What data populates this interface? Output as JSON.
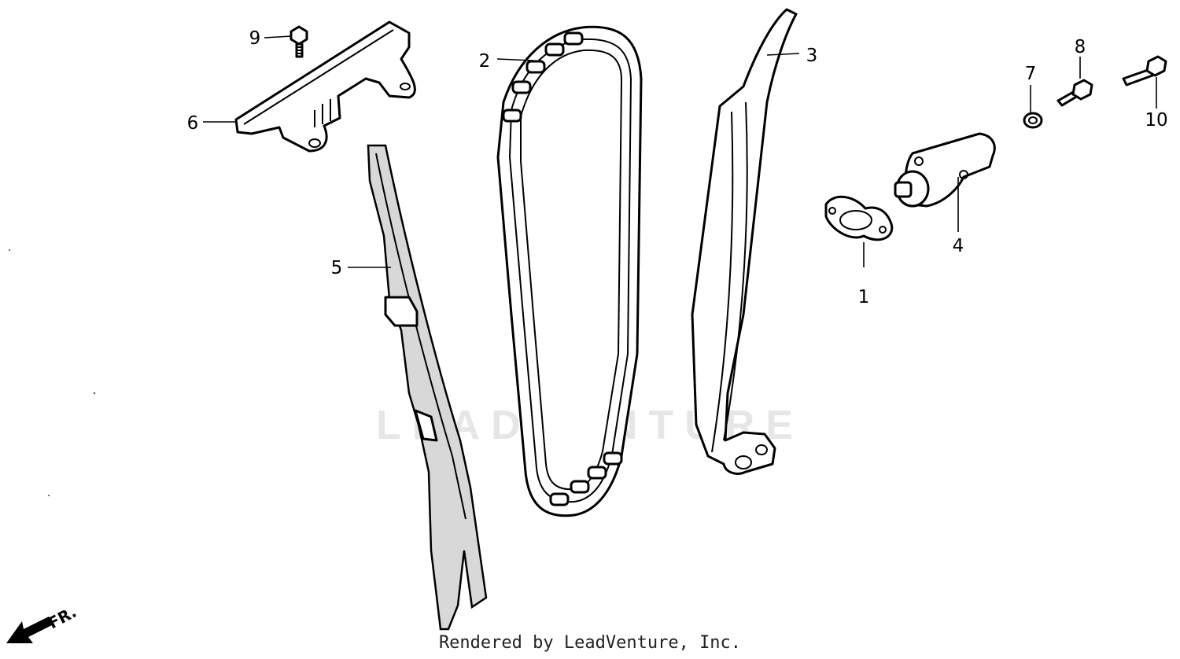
{
  "callouts": [
    {
      "number": "1",
      "part": "gasket"
    },
    {
      "number": "2",
      "part": "cam chain"
    },
    {
      "number": "3",
      "part": "tensioner slipper"
    },
    {
      "number": "4",
      "part": "tensioner lifter"
    },
    {
      "number": "5",
      "part": "cam chain guide"
    },
    {
      "number": "6",
      "part": "upper guide"
    },
    {
      "number": "7",
      "part": "washer"
    },
    {
      "number": "8",
      "part": "bolt"
    },
    {
      "number": "9",
      "part": "bolt"
    },
    {
      "number": "10",
      "part": "bolt"
    }
  ],
  "direction_label": "FR.",
  "watermark": "LEADVENTURE",
  "footer": "Rendered by LeadVenture, Inc."
}
